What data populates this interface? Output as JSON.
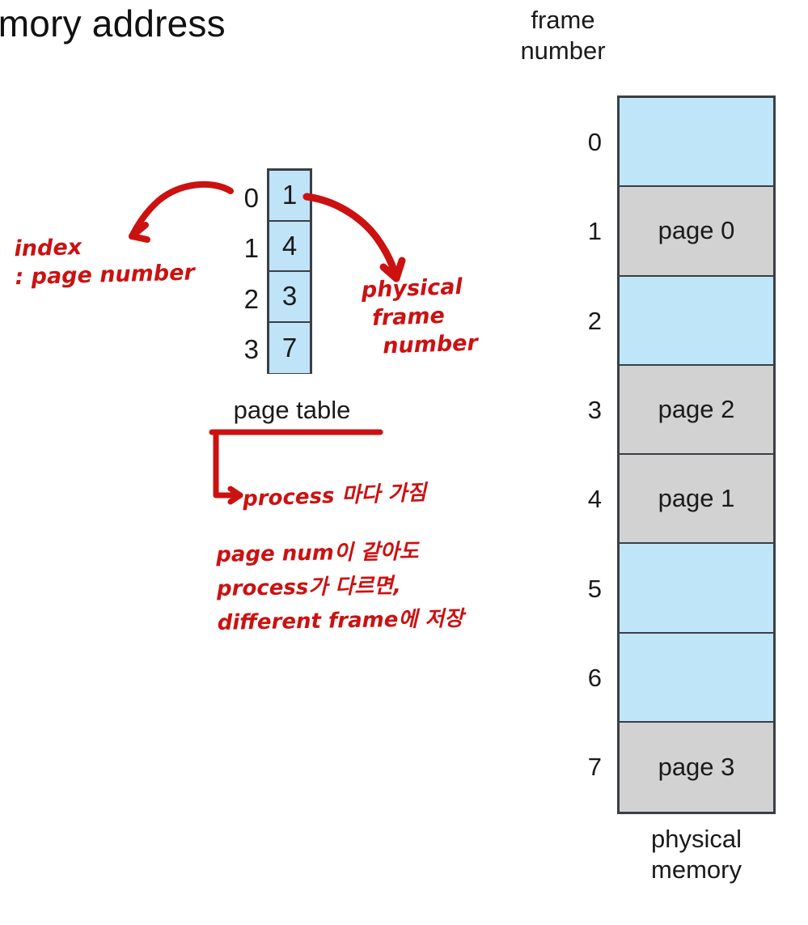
{
  "slide": {
    "title": "emory address",
    "accent_color": "#cc1111",
    "free_frame_color": "#bfe5f8",
    "used_frame_color": "#d2d2d2",
    "table_cell_color": "#bfe3f7",
    "border_color": "#3a3f44"
  },
  "frame_number_caption": {
    "line1": "frame",
    "line2": "number"
  },
  "page_table": {
    "caption": "page table",
    "indices": [
      "0",
      "1",
      "2",
      "3"
    ],
    "values": [
      "1",
      "4",
      "3",
      "7"
    ]
  },
  "physical_memory": {
    "caption_line1": "physical",
    "caption_line2": "memory",
    "frames": [
      {
        "index": "0",
        "label": "",
        "state": "free"
      },
      {
        "index": "1",
        "label": "page 0",
        "state": "used"
      },
      {
        "index": "2",
        "label": "",
        "state": "free"
      },
      {
        "index": "3",
        "label": "page 2",
        "state": "used"
      },
      {
        "index": "4",
        "label": "page 1",
        "state": "used"
      },
      {
        "index": "5",
        "label": "",
        "state": "free"
      },
      {
        "index": "6",
        "label": "",
        "state": "free"
      },
      {
        "index": "7",
        "label": "page 3",
        "state": "used"
      }
    ]
  },
  "annotations": {
    "index_note_line1": "index",
    "index_note_line2": ": page number",
    "physical_note_line1": "physical",
    "physical_note_line2": "frame",
    "physical_note_line3": "number",
    "process_note": "process 마다 가짐",
    "block_note_line1": "page num이 같아도",
    "block_note_line2": "process가 다르면,",
    "block_note_line3": "different frame에 저장"
  }
}
